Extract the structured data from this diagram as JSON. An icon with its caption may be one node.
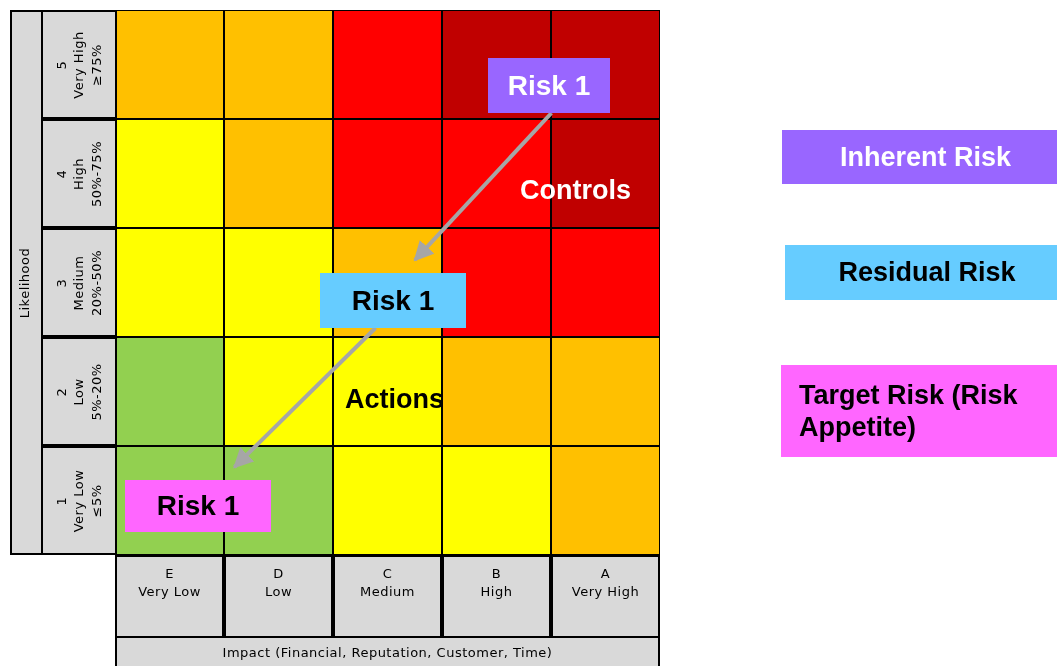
{
  "diagram": {
    "nodes": [
      {
        "text": [
          "Risk 1"
        ]
      },
      {
        "text": [
          "Risk 1"
        ]
      },
      {
        "text": [
          "Risk 1"
        ]
      }
    ],
    "edges": [
      {
        "from": 0,
        "to": 1,
        "arrow": "to",
        "label": "Controls"
      },
      {
        "from": 1,
        "to": 2,
        "arrow": "to",
        "label": "Actions"
      }
    ],
    "labels": [
      "Likelihood",
      "5 Very High ≥75%",
      "4 High 50%-75%",
      "3 Medium 20%-50%",
      "2 Low 5%-20%",
      "1 Very Low ≤5%",
      "E Very Low",
      "D Low",
      "C Medium",
      "B High",
      "A Very High",
      "Impact (Financial, Reputation, Customer, Time)"
    ],
    "legend": [
      {
        "text": "Inherent Risk",
        "color": "#9966ff"
      },
      {
        "text": "Residual Risk",
        "color": "#66ccff"
      },
      {
        "text": "Target Risk (Risk Appetite)",
        "color": "#ff66ff"
      }
    ]
  }
}
